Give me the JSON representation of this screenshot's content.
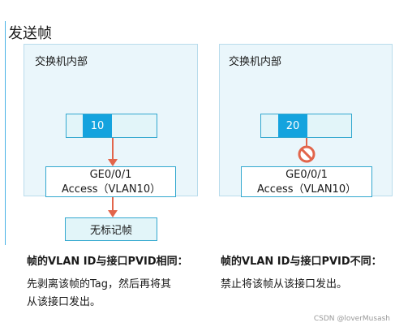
{
  "title": "发送帧",
  "left": {
    "panel_label": "交换机内部",
    "vlan_tag": "10",
    "port_name": "GE0/0/1",
    "port_mode": "Access（VLAN10）",
    "result": "无标记帧",
    "rule_title": "帧的VLAN ID与接口PVID相同：",
    "rule_text_line1": "先剥离该帧的Tag，然后再将其",
    "rule_text_line2": "从该接口发出。"
  },
  "right": {
    "panel_label": "交换机内部",
    "vlan_tag": "20",
    "port_name": "GE0/0/1",
    "port_mode": "Access（VLAN10）",
    "rule_title": "帧的VLAN ID与接口PVID不同：",
    "rule_text": "禁止将该帧从该接口发出。"
  },
  "watermark": "CSDN @loverMusash",
  "colors": {
    "accent": "#14a3de",
    "panel_bg": "#eaf6fb",
    "arrow": "#e2654b",
    "block": "#e2654b"
  },
  "icons": {
    "forward_arrow": "arrow-down-icon",
    "blocked": "no-entry-icon"
  }
}
